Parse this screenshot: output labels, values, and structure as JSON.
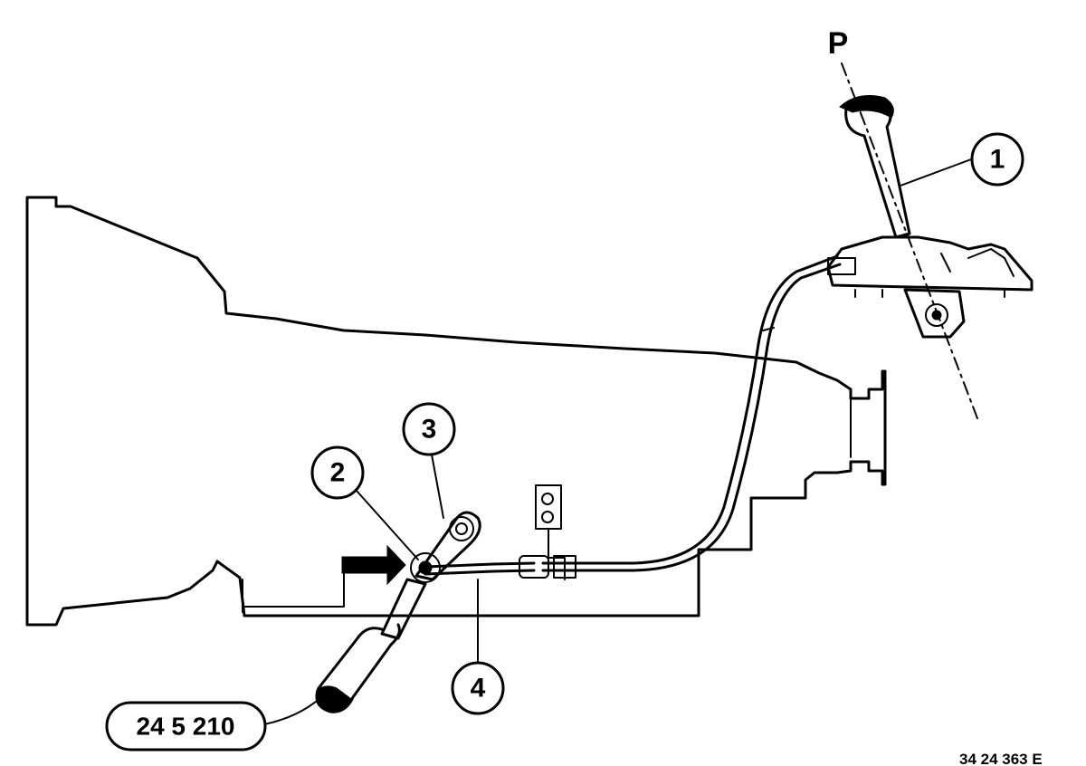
{
  "callouts": {
    "c1": "1",
    "c2": "2",
    "c3": "3",
    "c4": "4"
  },
  "position_label": "P",
  "tool_number": "24 5 210",
  "figure_ref": "34 24 363 E"
}
